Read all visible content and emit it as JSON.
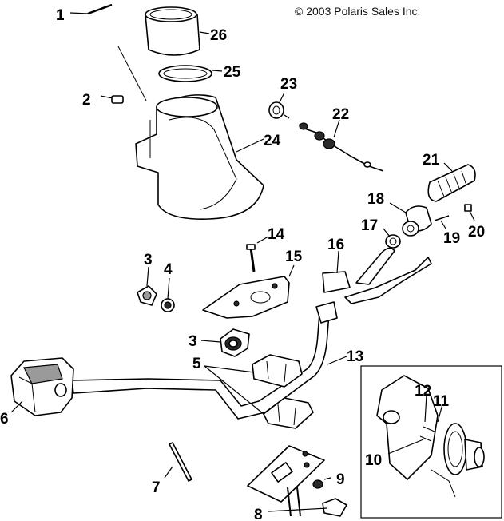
{
  "copyright": "© 2003 Polaris Sales Inc.",
  "callouts": [
    "1",
    "2",
    "3",
    "3",
    "4",
    "5",
    "6",
    "7",
    "8",
    "9",
    "10",
    "11",
    "12",
    "13",
    "14",
    "15",
    "16",
    "17",
    "18",
    "19",
    "20",
    "21",
    "22",
    "23",
    "24",
    "25",
    "26"
  ]
}
